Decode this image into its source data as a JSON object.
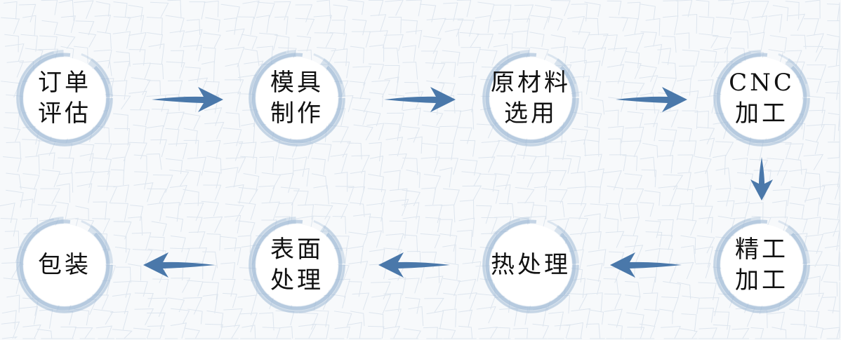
{
  "colors": {
    "arrow": "#4a78aa",
    "ring": "#9bb6d3",
    "background": "#f7f9fb"
  },
  "steps": [
    {
      "label": "订单\n评估"
    },
    {
      "label": "模具\n制作"
    },
    {
      "label": "原材料\n选用"
    },
    {
      "label": "CNC\n加工"
    },
    {
      "label": "精工\n加工"
    },
    {
      "label": "热处理"
    },
    {
      "label": "表面\n处理"
    },
    {
      "label": "包装"
    }
  ]
}
